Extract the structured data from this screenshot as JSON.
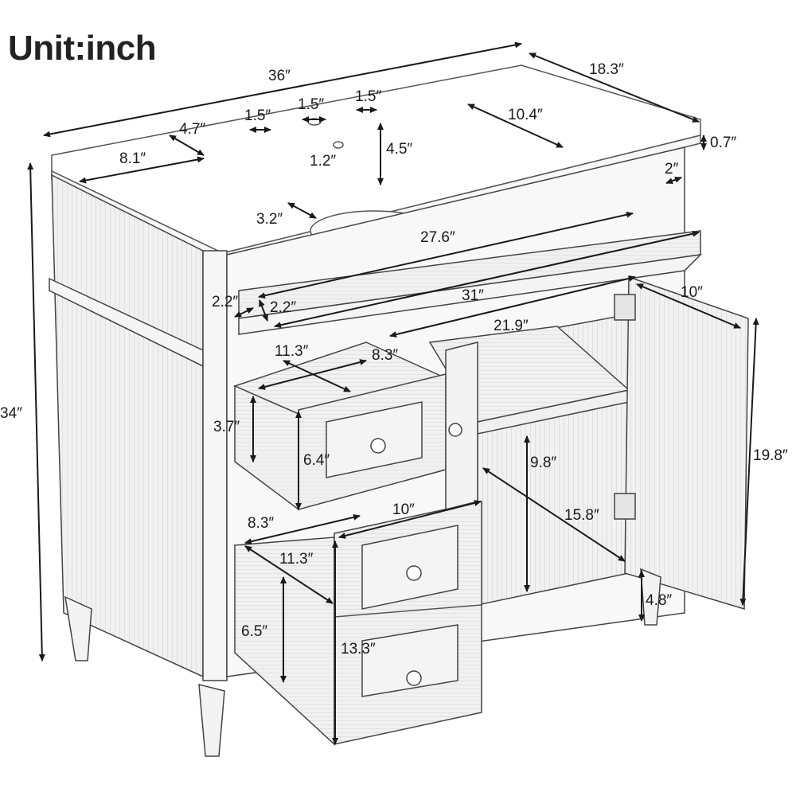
{
  "title": "Unit:inch",
  "colors": {
    "line": "#1a1a1a",
    "fill": "#f4f4f4",
    "wood": "#e6e6e6",
    "background": "#ffffff"
  },
  "dimensions": {
    "overall_width": "36″",
    "overall_depth": "18.3″",
    "overall_height": "34″",
    "top_thickness": "0.7″",
    "faucet_hole_spacing_left": "1.5″",
    "faucet_hole_diameter": "1.5″",
    "faucet_hole_spacing_right": "1.5″",
    "top_edge_to_basin_depth": "4.7″",
    "top_side_to_basin": "8.1″",
    "drain_diameter": "1.2″",
    "back_to_basin": "4.5″",
    "basin_depth": "10.4″",
    "front_to_basin": "3.2″",
    "side_panel_width": "2″",
    "basin_width": "27.6″",
    "inner_width": "31″",
    "frame_left": "2.2″",
    "frame_right": "2.2″",
    "cabinet_width": "21.9″",
    "top_drawer_depth": "11.3″",
    "top_drawer_width": "8.3″",
    "top_drawer_inner_height": "3.7″",
    "top_drawer_front_height": "6.4″",
    "bottom_drawer_width": "8.3″",
    "bottom_drawer_front_width": "10″",
    "bottom_drawer_depth": "11.3″",
    "bottom_drawer_inner_height": "6.5″",
    "bottom_drawer_front_height": "13.3″",
    "door_width": "10″",
    "door_height": "19.8″",
    "shelf_clearance": "9.8″",
    "cabinet_depth": "15.8″",
    "leg_height": "4.8″"
  }
}
